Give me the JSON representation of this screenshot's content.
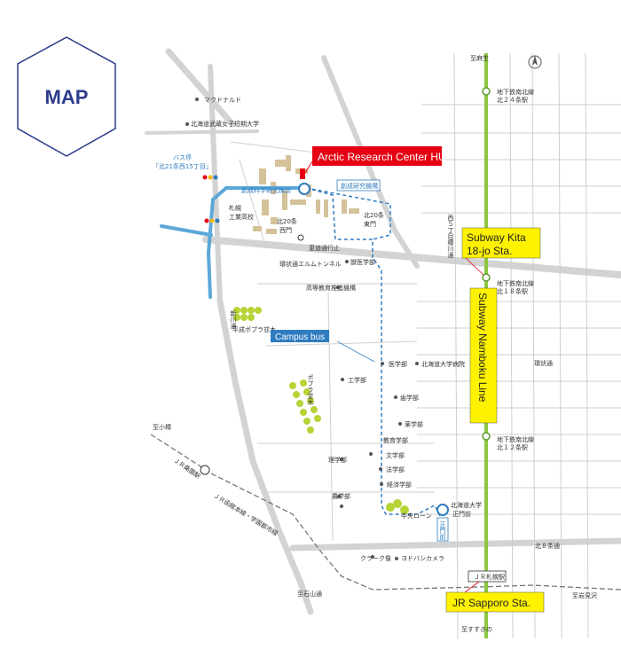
{
  "header": {
    "title": "MAP"
  },
  "colors": {
    "accent_blue": "#2f7cc0",
    "title_navy": "#2c3b8c",
    "green_line": "#8cc63f",
    "red_callout": "#e60012",
    "yellow_callout": "#fff200"
  },
  "callouts": {
    "arctic": "Arctic Research Center HU",
    "kita18_line1": "Subway Kita",
    "kita18_line2": "18-jo Sta.",
    "nanboku": "Subway Namboku Line",
    "sapporo": "JR Sapporo Sta.",
    "campus_bus": "Campus bus"
  },
  "labels": {
    "mcdonalds": "マクドナルド",
    "musashi": "北海道武蔵女子短期大学",
    "bus_stop1": "バス停",
    "bus_stop2": "「北21条西15丁目」",
    "sosei_kagaku": "創成科学研究棟前",
    "sosei_kenkyu": "創成研究機構",
    "sapporo_kosen1": "札幌",
    "sapporo_kosen2": "工業高校",
    "kita20_nishi1": "北20条",
    "kita20_nishi2": "西門",
    "kita20_higashi1": "北20条",
    "kita20_higashi2": "東門",
    "keishi_dori": "恵迪通行止",
    "jui": "獣医学部",
    "elm_tunnel": "環状通エルムトンネル",
    "koto_kyoiku": "高等教育推進機構",
    "heisei_poplar": "平成ポプラ並木",
    "poplar": "ポプラ並木",
    "igaku": "医学部",
    "byoin": "北海道大学病院",
    "kogaku": "工学部",
    "shigaku": "歯学部",
    "yakugaku": "薬学部",
    "kyoiku": "教育学部",
    "bungaku": "文学部",
    "hogaku": "法学部",
    "keizai": "経済学部",
    "rigaku": "理学部",
    "nogaku": "農学部",
    "chuo_lawn": "中央ローン",
    "seimon1": "北海道大学",
    "seimon2": "正門前",
    "seimon_stop": "正門前",
    "clark": "クラーク像",
    "yodobashi": "ヨドバシカメラ",
    "jr_sapporo_eki": "ＪＲ札幌駅",
    "otaru": "至小樽",
    "jr_line": "ＪＲ函館本線・学園都市線",
    "jr_soen": "ＪＲ桑園駅",
    "shinkawa": "新川通",
    "jozan": "至石山通",
    "susukino": "至すすきの",
    "iwamizawa": "至岩見沢",
    "asabu": "至麻生",
    "kita24": "地下鉄南北線\n北２４条駅",
    "kita18": "地下鉄南北線\n北１８条駅",
    "kita12": "地下鉄南北線\n北１２条駅",
    "kanjo_dori": "環状通",
    "kita8": "北８条通",
    "nishi5": "西５丁目樽川通"
  }
}
